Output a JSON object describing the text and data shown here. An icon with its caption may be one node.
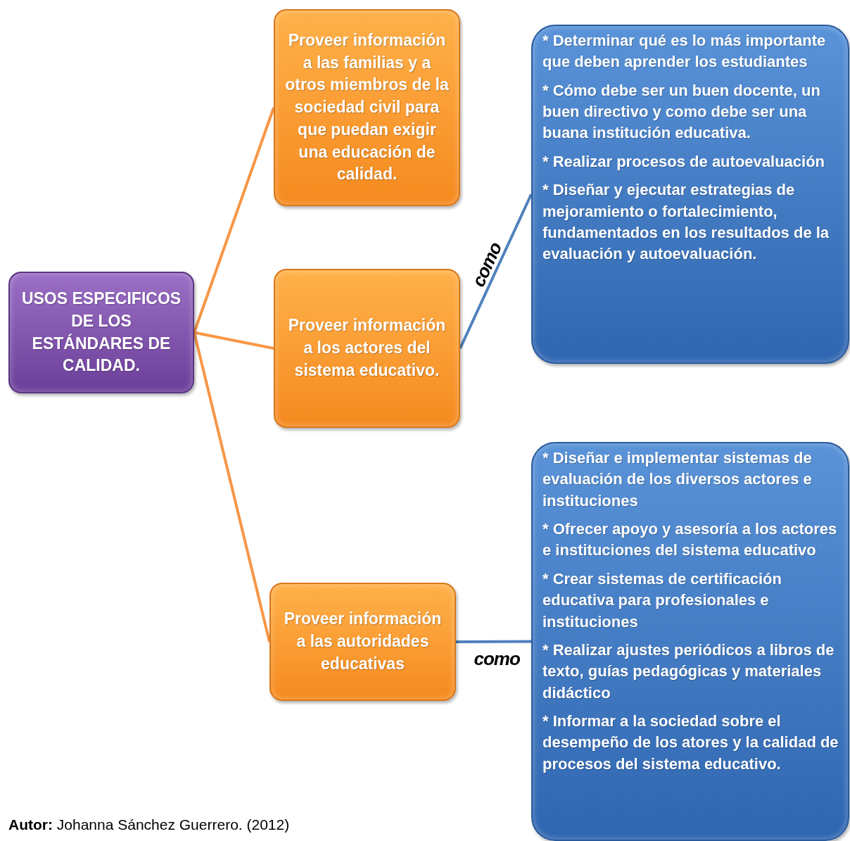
{
  "diagram": {
    "nodes": [
      {
        "text": [
          "USOS ESPECIFICOS DE LOS ESTÁNDARES DE CALIDAD."
        ]
      },
      {
        "text": [
          "Proveer información a las familias y a otros miembros de la sociedad civil para que puedan exigir una educación de calidad."
        ]
      },
      {
        "text": [
          "Proveer información a los actores del sistema educativo."
        ]
      },
      {
        "text": [
          "Proveer información a las autoridades educativas"
        ]
      },
      {
        "text": [
          "* Determinar qué es lo más importante que deben aprender los estudiantes",
          "* Cómo debe ser un buen docente, un buen directivo y como debe ser una buana institución educativa.",
          "* Realizar procesos de autoevaluación",
          "* Diseñar y ejecutar estrategias de mejoramiento o fortalecimiento, fundamentados en los resultados de la evaluación y autoevaluación."
        ]
      },
      {
        "text": [
          "* Diseñar e implementar sistemas de evaluación de los diversos actores e instituciones",
          "* Ofrecer apoyo y asesoría a los actores e instituciones del sistema educativo",
          "* Crear sistemas de certificación educativa para profesionales e instituciones",
          "* Realizar ajustes periódicos a libros de texto, guías pedagógicas y materiales didáctico",
          "* Informar a la sociedad sobre el desempeño de los atores y la calidad de procesos del sistema educativo."
        ]
      }
    ],
    "edges": [
      {
        "from": 0,
        "to": 1,
        "arrow": "none"
      },
      {
        "from": 0,
        "to": 2,
        "arrow": "none"
      },
      {
        "from": 0,
        "to": 3,
        "arrow": "none"
      },
      {
        "from": 2,
        "to": 4,
        "arrow": "none",
        "label": "como",
        "color": "#4f81bd"
      },
      {
        "from": 3,
        "to": 5,
        "arrow": "none",
        "label": "como",
        "color": "#4f81bd"
      }
    ],
    "labels": [
      "**Autor:** Johanna Sánchez Guerrero. (2012)"
    ]
  }
}
